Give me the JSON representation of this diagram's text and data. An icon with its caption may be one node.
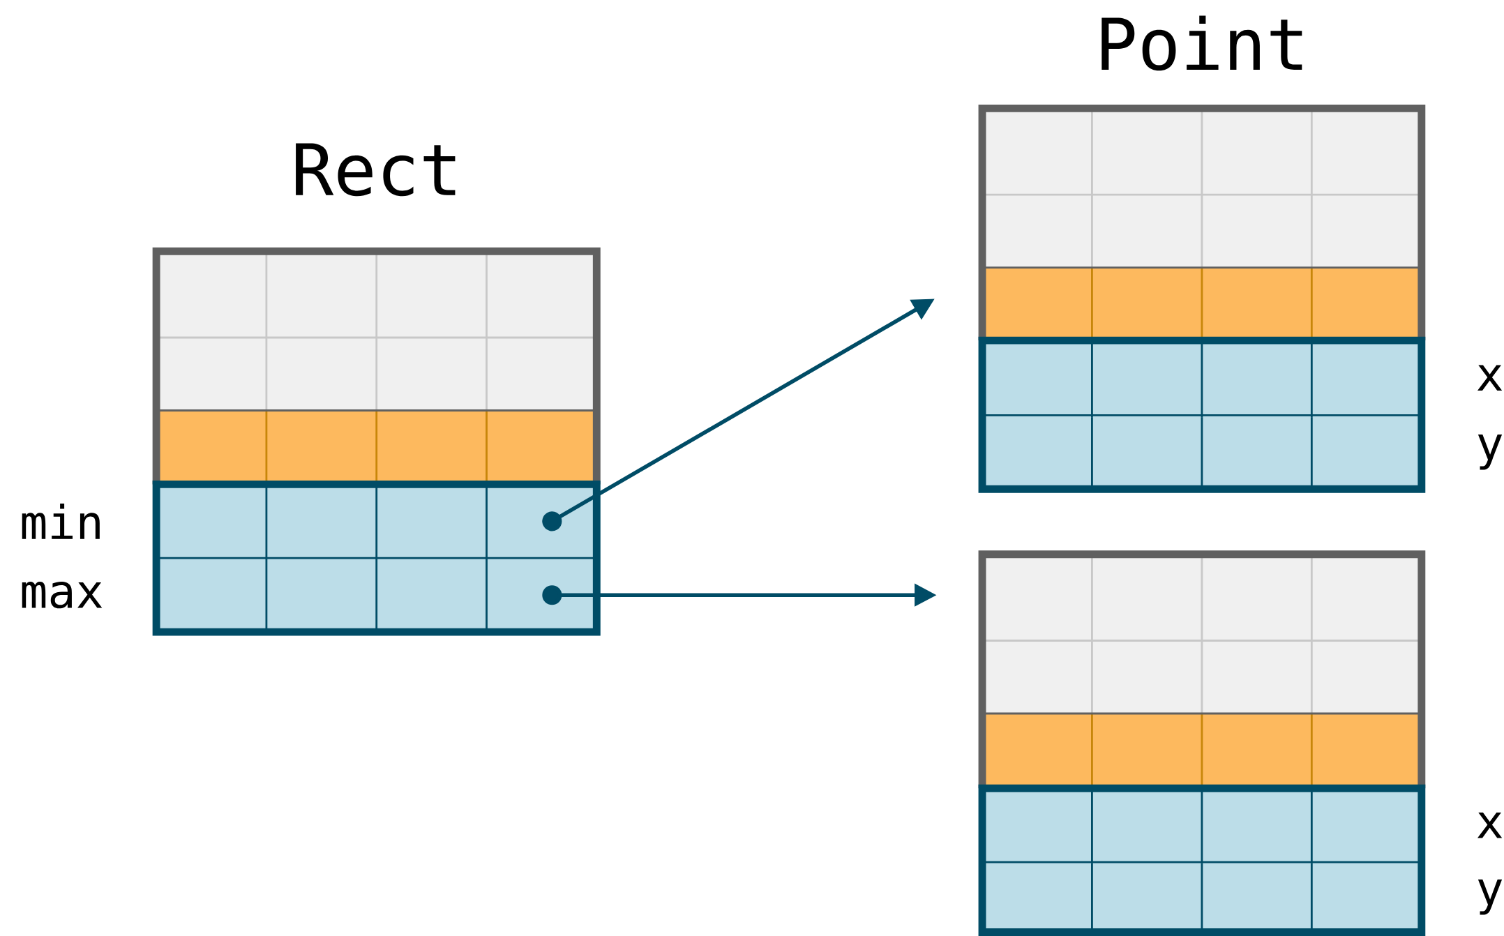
{
  "diagram": {
    "nodes": [
      {
        "text": [
          "Rect"
        ]
      },
      {
        "text": [
          "min"
        ],
        "in": 0
      },
      {
        "text": [
          "max"
        ],
        "in": 0
      },
      {
        "text": [
          "Point"
        ]
      },
      {
        "text": [
          "x"
        ],
        "in": 3
      },
      {
        "text": [
          "y"
        ],
        "in": 3
      },
      {
        "text": [],
        "shape": "box"
      },
      {
        "text": [
          "x"
        ],
        "in": 6
      },
      {
        "text": [
          "y"
        ],
        "in": 6
      }
    ],
    "edges": [
      {
        "from": 1,
        "to": 3,
        "arrow": "to"
      },
      {
        "from": 2,
        "to": 6,
        "arrow": "to"
      }
    ]
  }
}
